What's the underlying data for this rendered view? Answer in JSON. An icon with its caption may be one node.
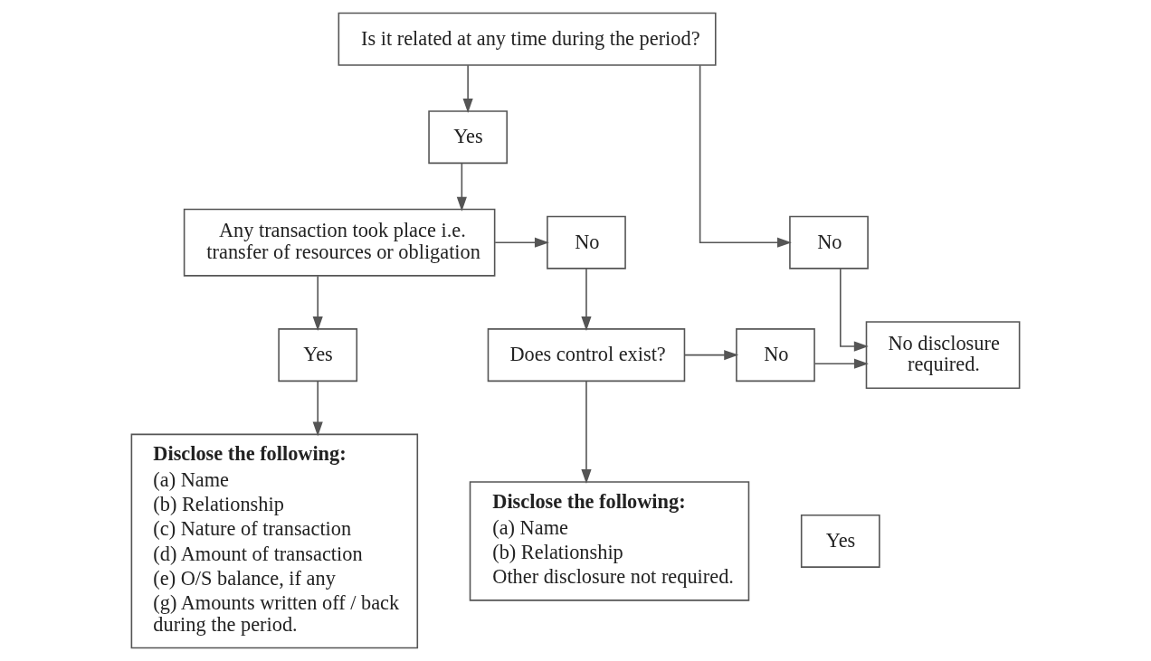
{
  "diagram": {
    "nodes": [
      {
        "text": [
          "Is it related at any time during the period?"
        ]
      },
      {
        "text": [
          "Yes"
        ]
      },
      {
        "text": [
          "No"
        ]
      },
      {
        "text": [
          "Any transaction took place i.e. transfer of resources or obligation"
        ]
      },
      {
        "text": [
          "No"
        ]
      },
      {
        "text": [
          "Yes"
        ]
      },
      {
        "text": [
          "Does control exist?"
        ]
      },
      {
        "text": [
          "No"
        ]
      },
      {
        "text": [
          "No disclosure required."
        ]
      },
      {
        "text": [
          "Yes"
        ]
      },
      {
        "text": [
          "Disclose the following:",
          "(a) Name",
          "(b) Relationship",
          "(c) Nature of transaction",
          "(d) Amount of transaction",
          "(e) O/S balance, if any",
          "(g) Amounts written off / back during the period."
        ]
      },
      {
        "text": [
          "Disclose the following:",
          "(a) Name",
          "(b) Relationship",
          "Other disclosure not required."
        ]
      }
    ],
    "edges": [
      {
        "from": 0,
        "to": 1,
        "arrow": "to"
      },
      {
        "from": 0,
        "to": 2,
        "arrow": "to"
      },
      {
        "from": 1,
        "to": 3,
        "arrow": "to"
      },
      {
        "from": 2,
        "to": 8,
        "arrow": "to"
      },
      {
        "from": 3,
        "to": 4,
        "arrow": "to"
      },
      {
        "from": 3,
        "to": 5,
        "arrow": "to"
      },
      {
        "from": 4,
        "to": 6,
        "arrow": "to"
      },
      {
        "from": 5,
        "to": 10,
        "arrow": "to"
      },
      {
        "from": 6,
        "to": 7,
        "arrow": "to"
      },
      {
        "from": 7,
        "to": 8,
        "arrow": "to"
      },
      {
        "from": 6,
        "to": 11,
        "arrow": "to"
      }
    ]
  }
}
